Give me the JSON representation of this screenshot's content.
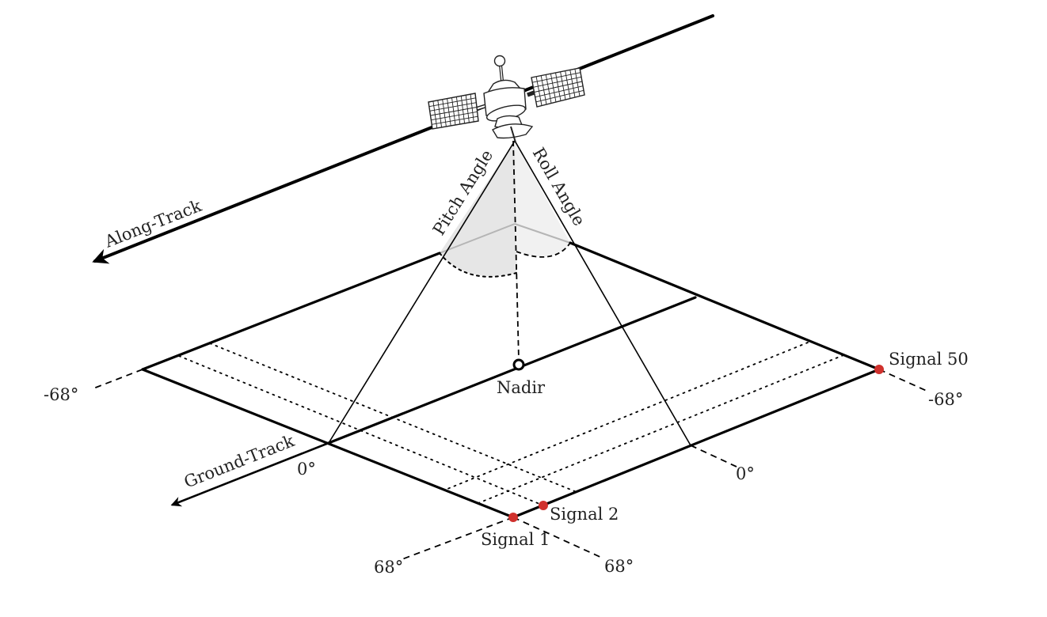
{
  "labels": {
    "along_track": "Along-Track",
    "ground_track": "Ground-Track",
    "pitch_angle": "Pitch Angle",
    "roll_angle": "Roll Angle",
    "nadir": "Nadir",
    "signal_1": "Signal 1",
    "signal_2": "Signal 2",
    "signal_50": "Signal 50",
    "angle_left_neg": "-68°",
    "angle_right_neg": "-68°",
    "angle_zero_left": "0°",
    "angle_zero_right": "0°",
    "angle_bottom_left_pos": "68°",
    "angle_bottom_right_pos": "68°"
  },
  "colors": {
    "signal": "#d0312d",
    "line": "#000000",
    "cone_left": "#e6e6e6",
    "cone_right": "#f0f0f0",
    "cone_edge": "#b5b5b5"
  }
}
